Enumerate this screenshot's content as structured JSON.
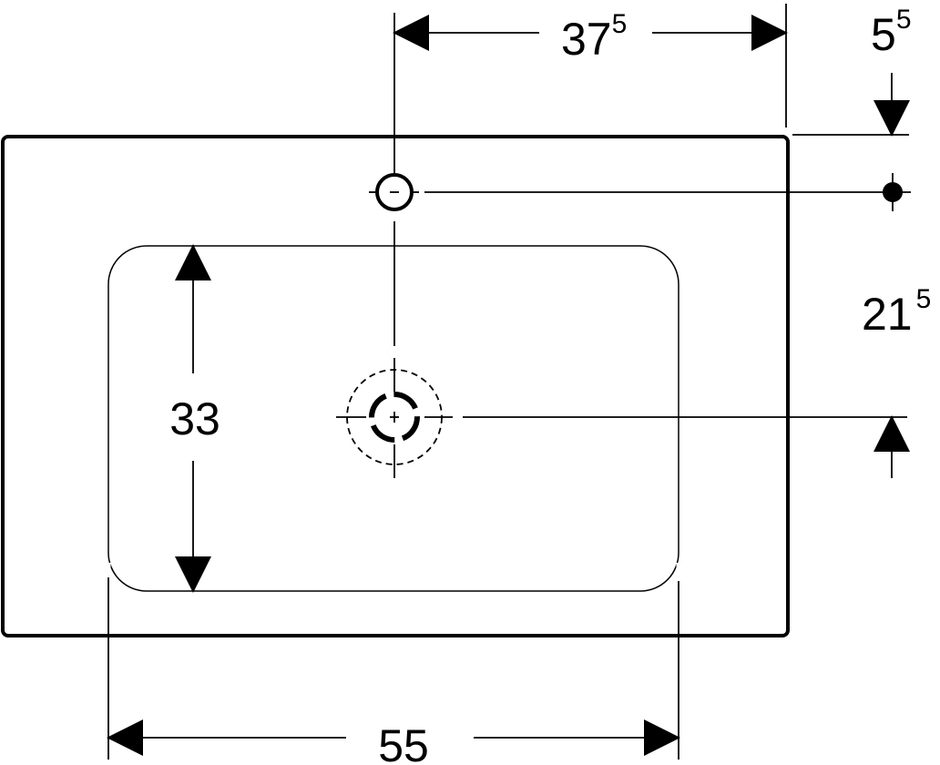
{
  "colors": {
    "line": "#000000",
    "background": "#ffffff"
  },
  "dimensions": {
    "tap_offset_from_right": {
      "main": "37",
      "sup": "5"
    },
    "tap_offset_from_top": {
      "main": "5",
      "sup": "5"
    },
    "tap_to_drain": {
      "main": "21",
      "sup": "5"
    },
    "bowl_depth": {
      "main": "33"
    },
    "bowl_width": {
      "main": "55"
    }
  }
}
